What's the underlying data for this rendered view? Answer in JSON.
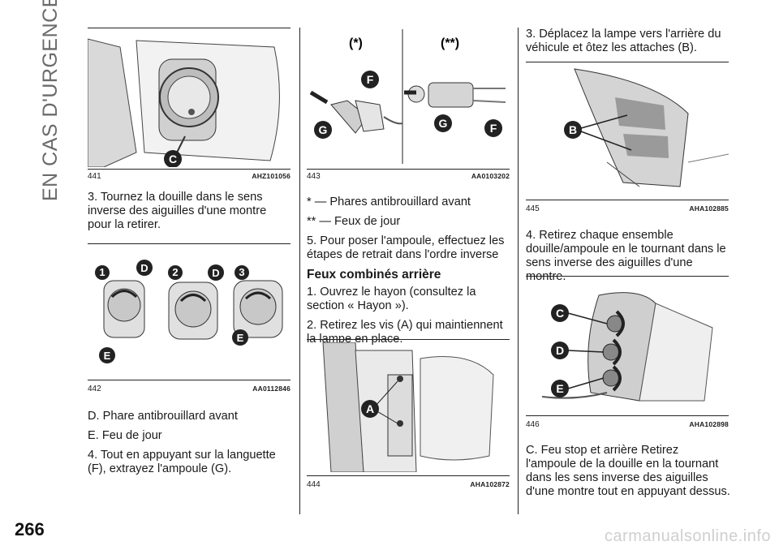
{
  "section_title": "EN CAS D'URGENCE",
  "page_number": "266",
  "watermark": "carmanualsonline.info",
  "col1": {
    "fig441": {
      "number": "441",
      "code": "AHZ101056",
      "callouts": [
        "C"
      ]
    },
    "para_a": "3. Tournez la douille dans le sens inverse des aiguilles d'une montre pour la retirer.",
    "fig442": {
      "number": "442",
      "code": "AA0112846",
      "callouts": [
        "1",
        "D",
        "2",
        "D",
        "3",
        "E",
        "E"
      ]
    },
    "items": [
      "D. Phare antibrouillard avant",
      "E. Feu de jour",
      "4. Tout en appuyant sur la languette (F), extrayez l'ampoule (G)."
    ]
  },
  "col2": {
    "fig443": {
      "number": "443",
      "code": "AA0103202",
      "labels": [
        "(*)",
        "(**)"
      ],
      "callouts": [
        "F",
        "G",
        "G",
        "F"
      ]
    },
    "notes": [
      "* — Phares antibrouillard avant",
      "** — Feux de jour"
    ],
    "para5": "5. Pour poser l'ampoule, effectuez les étapes de retrait dans l'ordre inverse",
    "heading": "Feux combinés arrière",
    "steps": [
      "1. Ouvrez le hayon (consultez la section « Hayon »).",
      "2. Retirez les vis (A) qui maintiennent la lampe en place."
    ],
    "fig444": {
      "number": "444",
      "code": "AHA102872",
      "callouts": [
        "A"
      ]
    }
  },
  "col3": {
    "para3": "3. Déplacez la lampe vers l'arrière du véhicule et ôtez les attaches (B).",
    "fig445": {
      "number": "445",
      "code": "AHA102885",
      "callouts": [
        "B"
      ]
    },
    "para4": "4. Retirez chaque ensemble douille/ampoule en le tournant dans le sens inverse des aiguilles d'une montre.",
    "fig446": {
      "number": "446",
      "code": "AHA102898",
      "callouts": [
        "C",
        "D",
        "E"
      ]
    },
    "paraC": "C. Feu stop et arrière Retirez l'ampoule de la douille en la tournant dans les sens inverse des aiguilles d'une montre tout en appuyant dessus."
  }
}
